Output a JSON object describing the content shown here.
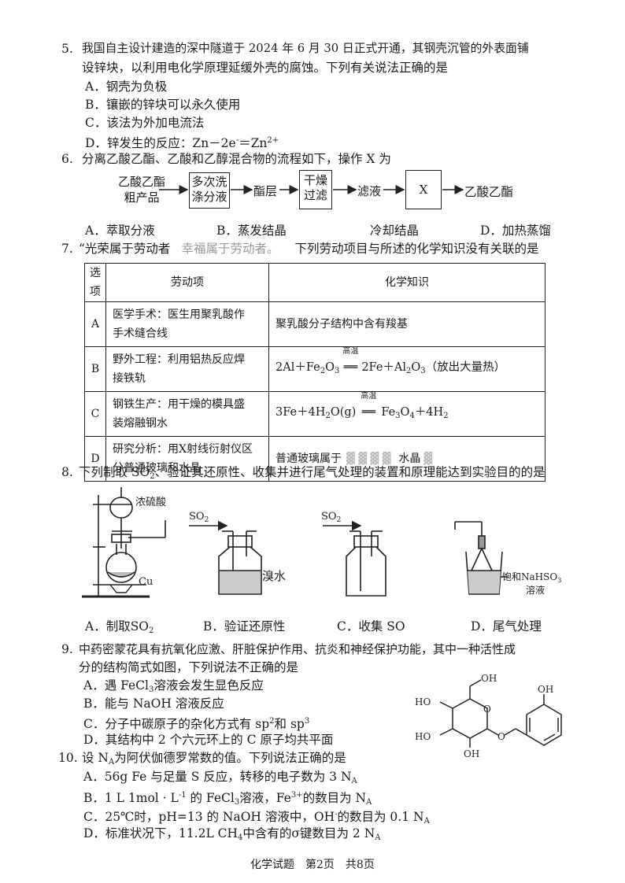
{
  "q5": {
    "num": "5.",
    "stem1": "我国自主设计建造的深中隧道于 2024 年 6 月 30 日正式开通，其钢壳沉管的外表面铺",
    "stem2": "设锌块，以利用电化学原理延缓外壳的腐蚀。下列有关说法正确的是",
    "A": "A．钢壳为负极",
    "B": "B．镶嵌的锌块可以永久使用",
    "C": "C．该法为外加电流法",
    "D_prefix": "D．锌发生的反应：Zn－2e",
    "D_sup1": "-",
    "D_mid": "＝Zn",
    "D_sup2": "2+"
  },
  "q6": {
    "num": "6.",
    "stem": "分离乙酸乙酯、乙酸和乙醇混合物的流程如下，操作 X 为",
    "flow": {
      "crude_line1": "乙酸乙酯",
      "crude_line2": "粗产品",
      "step1_line1": "多次洗",
      "step1_line2": "涤分液",
      "ester_layer": "酯层",
      "step2_line1": "干燥",
      "step2_line2": "过滤",
      "filtrate": "滤液",
      "step3": "X",
      "product": "乙酸乙酯"
    },
    "A": "A．萃取分液",
    "B": "B．蒸发结晶",
    "C": "冷却结晶",
    "D": "D．加热蒸馏"
  },
  "q7": {
    "num": "7.",
    "stem_part1": "“光荣属于劳动者",
    "stem_part2": "幸福属于劳动者。",
    "stem_part3": "下列劳动项目与所述的化学知识没有关联的是",
    "header": {
      "col1": "选项",
      "col2": "劳动项",
      "col3": "化学知识"
    },
    "rows": [
      {
        "opt": "A",
        "labor1": "医学手术：医生用聚乳酸作",
        "labor2": "手术缝合线",
        "chem": "聚乳酸分子结构中含有羧基"
      },
      {
        "opt": "B",
        "labor1": "野外工程：利用铝热反应焊",
        "labor2": "接铁轨",
        "chem_pre": "2Al＋Fe",
        "chem_s1": "2",
        "chem_m1": "O",
        "chem_s2": "3",
        "cond": "高温",
        "chem_post": "2Fe＋Al",
        "chem_s3": "2",
        "chem_m2": "O",
        "chem_s4": "3",
        "chem_note": "（放出大量热）"
      },
      {
        "opt": "C",
        "labor1": "钢铁生产：用干燥的模具盛",
        "labor2": "装熔融钢水",
        "chem_pre": "3Fe＋4H",
        "chem_s1": "2",
        "chem_m1": "O(g)",
        "cond": "高温",
        "chem_post": "Fe",
        "chem_s2": "3",
        "chem_m2": "O",
        "chem_s3": "4",
        "chem_m3": "＋4H",
        "chem_s4": "2"
      },
      {
        "opt": "D",
        "labor1": "研究分析：用X射线衍射仪区",
        "labor2": "分普通玻璃和水晶",
        "chem_a": "普通玻璃属于",
        "chem_b": "水晶"
      }
    ]
  },
  "q8": {
    "num": "8.",
    "stem_pre": "下列制取 SO",
    "stem_sub": "2",
    "stem_post": "、验证其还原性、收集并进行尾气处理的装置和原理能达到实验目的的是",
    "labels": {
      "acid": "浓硫酸",
      "cu": "Cu",
      "so2_b": "SO",
      "so2_b_sub": "2",
      "so2_c": "SO",
      "so2_c_sub": "2",
      "bromine": "溴水",
      "nahso3_line1": "饱和NaHSO",
      "nahso3_sub": "3",
      "nahso3_line2": "溶液"
    },
    "A": "A．制取SO",
    "A_sub": "2",
    "B": "B．验证还原性",
    "C": "C．收集 SO",
    "D": "D．尾气处理"
  },
  "q9": {
    "num": "9.",
    "stem1": "中药密蒙花具有抗氧化应激、肝脏保护作用、抗炎和神经保护功能，其中一种活性成",
    "stem2": "分的结构简式如图，下列说法不正确的是",
    "A_pre": "A．遇 FeCl",
    "A_sub": "3",
    "A_post": "溶液会发生显色反应",
    "B": "B．能与 NaOH 溶液反应",
    "C_pre": "C．分子中碳原子的杂化方式有 sp",
    "C_sup1": "2",
    "C_mid": "和 sp",
    "C_sup2": "3",
    "D": "D．其结构中 2 个六元环上的 C 原子均共平面",
    "oh_labels": [
      "OH",
      "HO",
      "HO",
      "OH",
      "OH"
    ],
    "ring_o": [
      "O",
      "O"
    ]
  },
  "q10": {
    "num": "10.",
    "stem_pre": "设 N",
    "stem_sub": "A",
    "stem_post": "为阿伏伽德罗常数的值。下列说法正确的是",
    "A_pre": "A．56g Fe 与足量 S 反应，转移的电子数为 3 N",
    "A_sub": "A",
    "B_pre": "B．1 L 1mol · L",
    "B_sup": "-1",
    "B_mid1": " 的 FeCl",
    "B_sub1": "3",
    "B_mid2": "溶液，Fe",
    "B_sup2": "3+",
    "B_mid3": "的数目为 N",
    "B_sub2": "A",
    "C_pre": "C．25℃时，pH=13 的 NaOH 溶液中，OH",
    "C_sup": "-",
    "C_mid": "的数目为 0.1 N",
    "C_sub": "A",
    "D_pre": "D．标准状况下，11.2L CH",
    "D_sub1": "4",
    "D_mid": "中含有的σ键数目为 2 N",
    "D_sub2": "A"
  },
  "footer": "化学试题　第2页　共8页"
}
